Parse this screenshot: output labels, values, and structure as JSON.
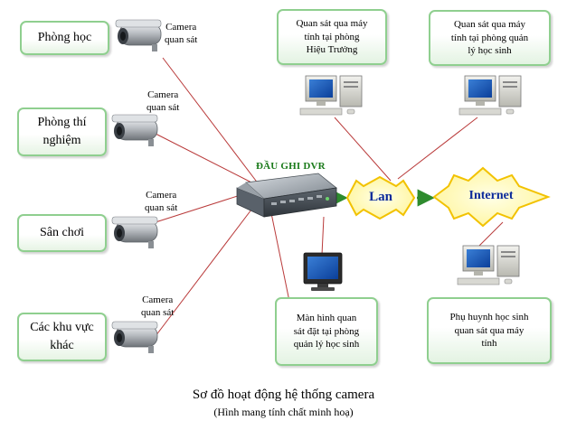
{
  "rooms": {
    "phong_hoc": "Phòng học",
    "phong_thi_nghiem_line1": "Phòng  thí",
    "phong_thi_nghiem_line2": "nghiệm",
    "san_choi": "Sân chơi",
    "cac_khu_vuc_line1": "Các khu vực",
    "cac_khu_vuc_line2": "khác"
  },
  "camera_label_line1": "Camera",
  "camera_label_line2": "quan sát",
  "dvr_title": "ĐẦU GHI DVR",
  "lan_label": "Lan",
  "internet_label": "Internet",
  "info_boxes": {
    "hieu_truong": [
      "Quan sát qua máy",
      "tính tại phòng",
      "Hiệu Trưởng"
    ],
    "quan_ly": [
      "Quan sát qua máy",
      "tính tại phòng quản",
      "lý học sinh"
    ],
    "man_hinh": [
      "Màn hình quan",
      "sát đặt tại phòng",
      "quản lý học sinh"
    ],
    "phu_huynh": [
      "Phụ huynh học sinh",
      "quan sát qua máy",
      "tính"
    ]
  },
  "caption": {
    "main": "Sơ đồ hoạt động hệ thống camera",
    "sub": "(Hình mang tính chất minh hoạ)"
  },
  "colors": {
    "box_border": "#8fcf8f",
    "link_line": "#b93a3a",
    "arrow": "#2e8b2e",
    "badge_fill": "#fffcc0",
    "badge_stroke": "#f2c200",
    "badge_text": "#0a2a9a",
    "dvr_title": "#1a7a1a"
  },
  "icons": [
    "camera-icon",
    "dvr-recorder-icon",
    "computer-icon",
    "monitor-icon",
    "lan-badge",
    "internet-badge",
    "arrow-icon"
  ]
}
